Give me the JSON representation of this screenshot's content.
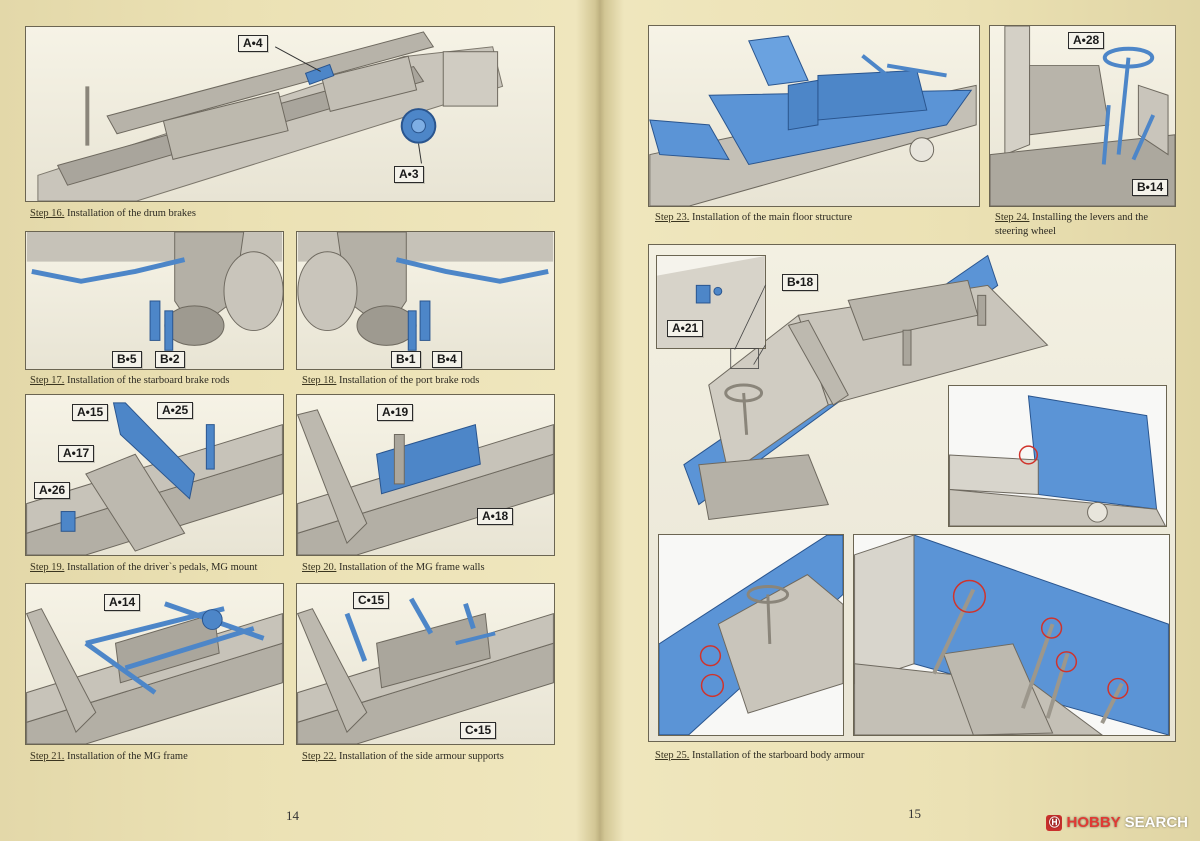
{
  "left_page": {
    "page_number": "14",
    "steps": [
      {
        "id": "s16",
        "step": "Step 16.",
        "text": "Installation of the drum brakes",
        "labels": [
          "A•4",
          "A•3"
        ]
      },
      {
        "id": "s17",
        "step": "Step 17.",
        "text": "Installation of the starboard brake rods",
        "labels": [
          "B•5",
          "B•2"
        ]
      },
      {
        "id": "s18",
        "step": "Step 18.",
        "text": "Installation of the port brake rods",
        "labels": [
          "B•1",
          "B•4"
        ]
      },
      {
        "id": "s19",
        "step": "Step 19.",
        "text": "Installation of the driver`s pedals, MG mount",
        "labels": [
          "A•15",
          "A•25",
          "A•17",
          "A•26"
        ]
      },
      {
        "id": "s20",
        "step": "Step 20.",
        "text": "Installation of the MG frame walls",
        "labels": [
          "A•19",
          "A•18"
        ]
      },
      {
        "id": "s21",
        "step": "Step 21.",
        "text": "Installation of the MG frame",
        "labels": [
          "A•14"
        ]
      },
      {
        "id": "s22",
        "step": "Step 22.",
        "text": "Installation of the side armour supports",
        "labels": [
          "C•15",
          "C•15"
        ]
      }
    ]
  },
  "right_page": {
    "page_number": "15",
    "steps": [
      {
        "id": "s23",
        "step": "Step 23.",
        "text": "Installation of the main floor structure",
        "labels": []
      },
      {
        "id": "s24",
        "step": "Step 24.",
        "text": "Installing the levers and the steering wheel",
        "labels": [
          "A•28",
          "B•14"
        ]
      },
      {
        "id": "s25",
        "step": "Step 25.",
        "text": "Installation of the starboard body armour",
        "labels": [
          "B•18",
          "A•21"
        ]
      }
    ]
  },
  "watermark": {
    "logo": "Ⓗ",
    "brand_a": "HOBBY",
    "brand_b": "SEARCH"
  },
  "colors": {
    "part_blue": "#5b94d6",
    "model_grey": "#b9b5ac",
    "paper": "#ebe1b4",
    "highlight_red": "#d0332b"
  }
}
